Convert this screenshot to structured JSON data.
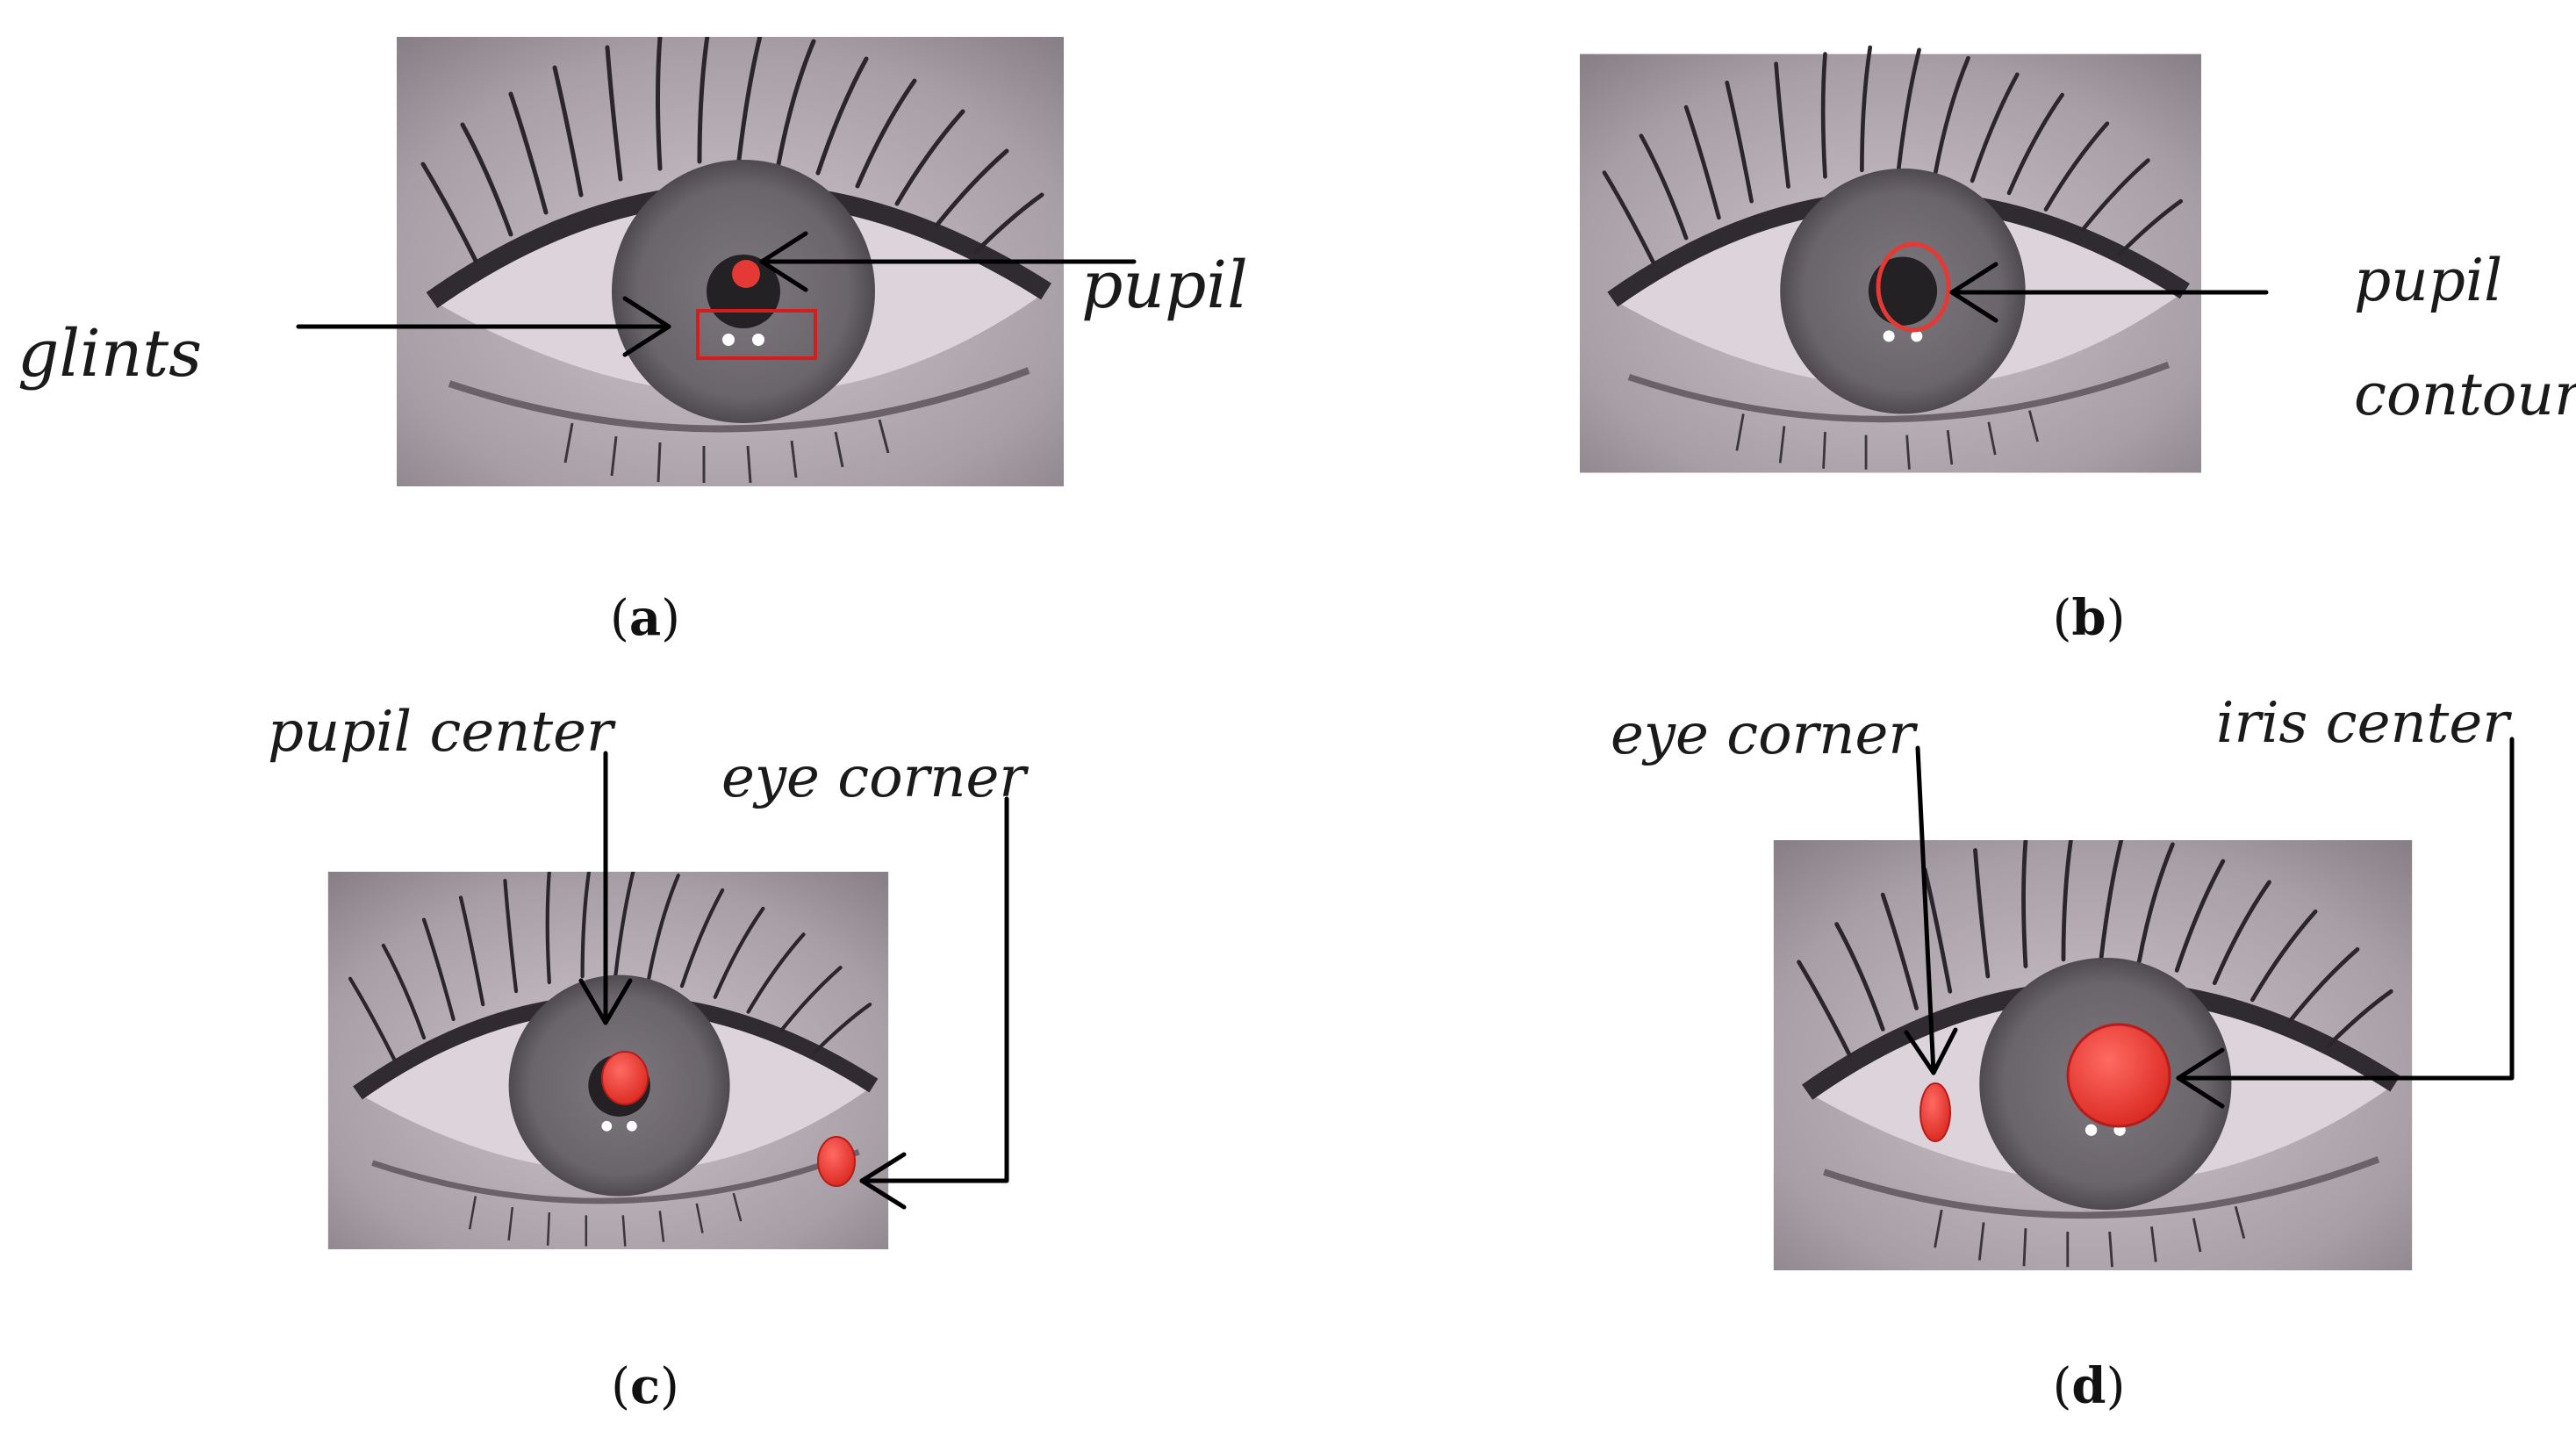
{
  "panels": {
    "a": {
      "caption_letter": "a",
      "labels": {
        "glints": "glints",
        "pupil": "pupil"
      }
    },
    "b": {
      "caption_letter": "b",
      "labels": {
        "pupil": "pupil",
        "contour": "contour"
      }
    },
    "c": {
      "caption_letter": "c",
      "labels": {
        "pupil_center": "pupil center",
        "eye_corner": "eye corner"
      }
    },
    "d": {
      "caption_letter": "d",
      "labels": {
        "eye_corner": "eye corner",
        "iris_center": "iris center"
      }
    }
  },
  "colors": {
    "marker_red": "#e53935",
    "box_red": "#d81b1b",
    "sclera": "#d9cfd8",
    "iris": "#6e6a70",
    "pupil": "#232124"
  }
}
